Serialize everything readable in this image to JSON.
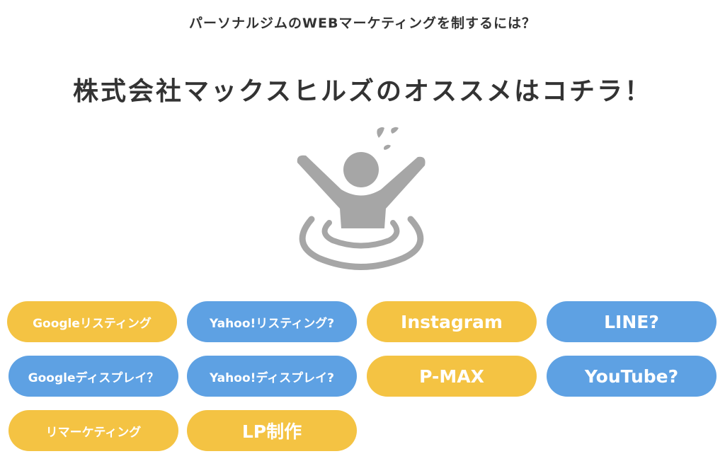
{
  "subtitle": "パーソナルジムのWEBマーケティングを制するには？",
  "title": "株式会社マックスヒルズのオススメはコチラ！",
  "colors": {
    "yellow": "#f4c343",
    "blue": "#5ea1e3",
    "icon": "#a6a6a6"
  },
  "buttons": [
    {
      "label": "Googleリスティング",
      "color": "yellow"
    },
    {
      "label": "Yahoo!リスティング?",
      "color": "blue"
    },
    {
      "label": "Instagram",
      "color": "yellow"
    },
    {
      "label": "LINE?",
      "color": "blue"
    },
    {
      "label": "Googleディスプレイ？",
      "color": "blue"
    },
    {
      "label": "Yahoo!ディスプレイ?",
      "color": "blue"
    },
    {
      "label": "P-MAX",
      "color": "yellow"
    },
    {
      "label": "YouTube?",
      "color": "blue"
    },
    {
      "label": "リマーケティング",
      "color": "yellow"
    },
    {
      "label": "LP制作",
      "color": "yellow"
    }
  ]
}
